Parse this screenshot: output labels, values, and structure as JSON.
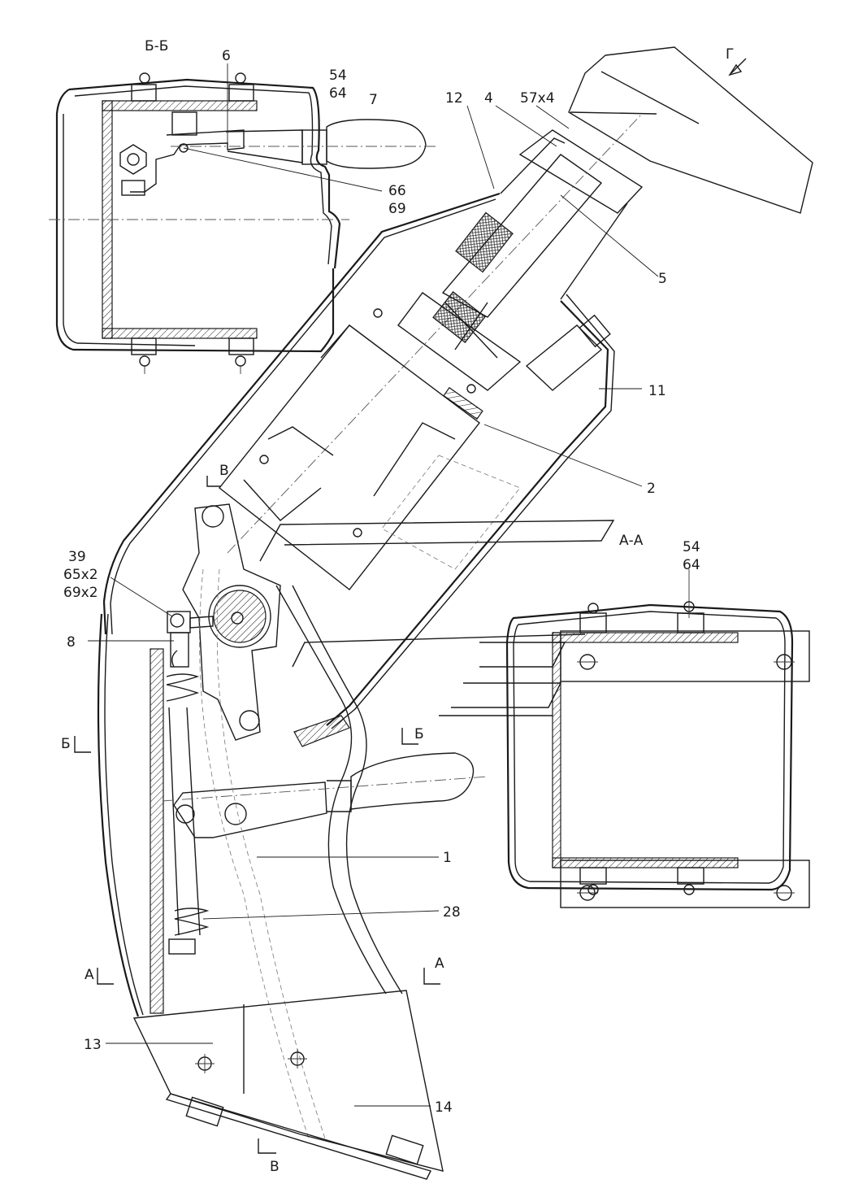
{
  "section_labels": {
    "bb": "Б-Б",
    "aa": "А-А",
    "g": "Г"
  },
  "cut_marks": {
    "v_top": "В",
    "v_bottom": "В",
    "b_left": "Б",
    "b_right": "Б",
    "a_left": "А",
    "a_right": "А"
  },
  "callouts": {
    "c54_top": "54",
    "c64_top": "64",
    "c6": "6",
    "c7": "7",
    "c66": "66",
    "c69": "69",
    "c12": "12",
    "c4": "4",
    "c57x4": "57х4",
    "c5": "5",
    "c11": "11",
    "c2": "2",
    "c39": "39",
    "c65x2": "65х2",
    "c69x2": "69х2",
    "c8": "8",
    "c54_aa": "54",
    "c64_aa": "64",
    "c1": "1",
    "c28": "28",
    "c13": "13",
    "c14": "14"
  }
}
